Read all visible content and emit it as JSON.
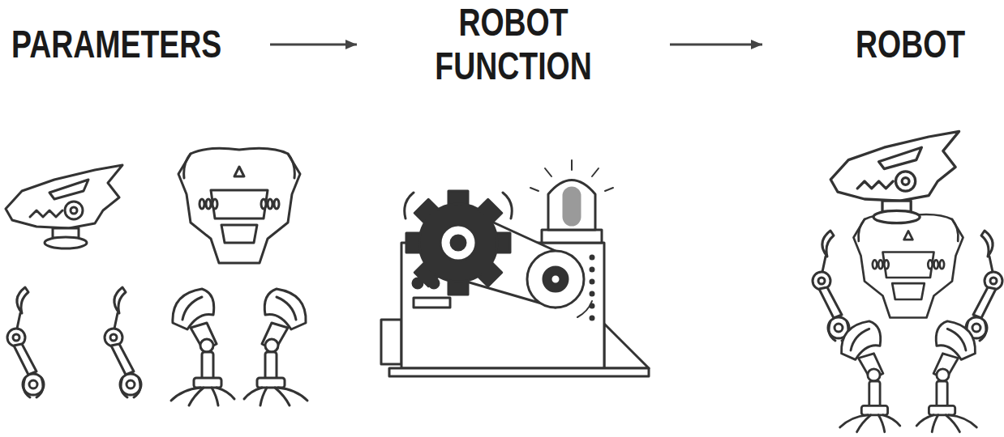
{
  "diagram": {
    "nodes": [
      {
        "text": [
          "PARAMETERS"
        ]
      },
      {
        "text": [
          "ROBOT FUNCTION"
        ]
      },
      {
        "text": [
          "ROBOT"
        ]
      }
    ],
    "edges": [
      {
        "from": 0,
        "to": 1,
        "arrow": "to"
      },
      {
        "from": 1,
        "to": 2,
        "arrow": "to"
      }
    ]
  }
}
